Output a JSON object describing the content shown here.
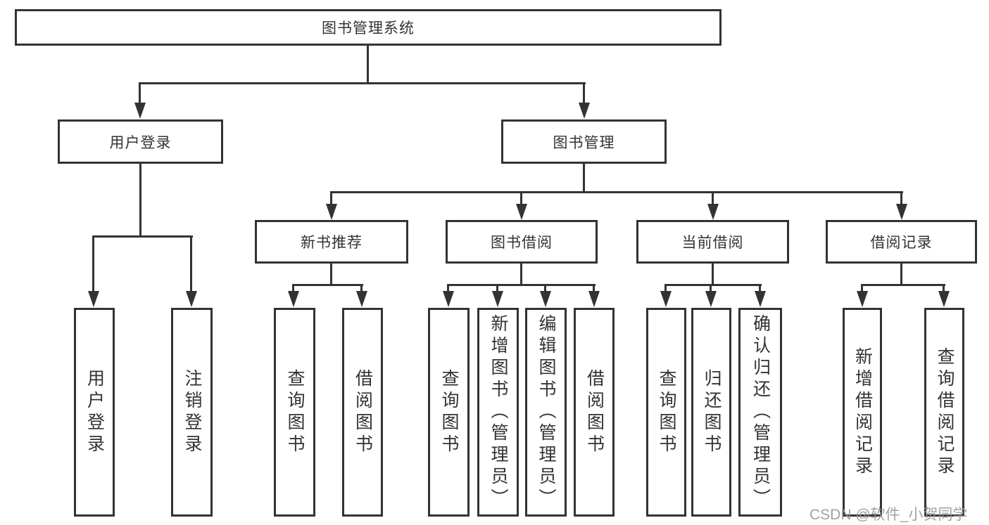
{
  "diagram": {
    "root": {
      "label": "图书管理系统"
    },
    "branches": [
      {
        "label": "用户登录",
        "children": [
          {
            "label": "用户登录"
          },
          {
            "label": "注销登录"
          }
        ]
      },
      {
        "label": "图书管理",
        "children": [
          {
            "label": "新书推荐",
            "children": [
              {
                "label": "查询图书"
              },
              {
                "label": "借阅图书"
              }
            ]
          },
          {
            "label": "图书借阅",
            "children": [
              {
                "label": "查询图书"
              },
              {
                "label": "新增图书（管理员）"
              },
              {
                "label": "编辑图书（管理员）"
              },
              {
                "label": "借阅图书"
              }
            ]
          },
          {
            "label": "当前借阅",
            "children": [
              {
                "label": "查询图书"
              },
              {
                "label": "归还图书"
              },
              {
                "label": "确认归还（管理员）"
              }
            ]
          },
          {
            "label": "借阅记录",
            "children": [
              {
                "label": "新增借阅记录"
              },
              {
                "label": "查询借阅记录"
              }
            ]
          }
        ]
      }
    ]
  },
  "watermark": {
    "text": "CSDN @软件_小贺同学"
  },
  "colors": {
    "line": "#333333",
    "text": "#333333",
    "watermark": "#969696",
    "background": "#ffffff"
  }
}
